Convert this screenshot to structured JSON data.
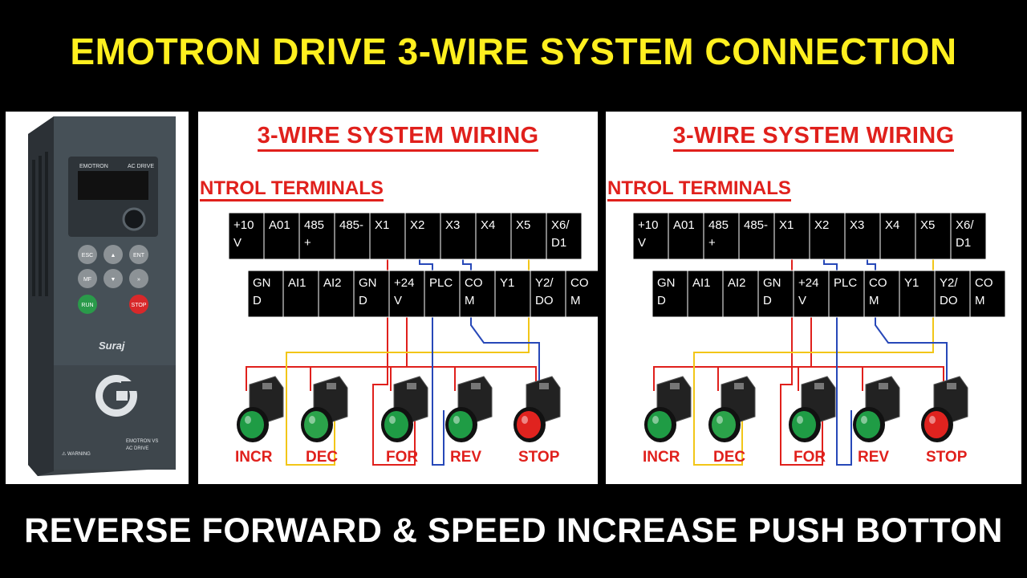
{
  "header": {
    "title": "EMOTRON DRIVE 3-WIRE SYSTEM CONNECTION"
  },
  "footer": {
    "caption": "REVERSE FORWARD & SPEED INCREASE PUSH BOTTON"
  },
  "drive": {
    "brand": "EMOTRON",
    "type_label": "AC DRIVE",
    "keys": [
      {
        "label": "ESC",
        "color": "#8c9296"
      },
      {
        "label": "▲",
        "color": "#8c9296"
      },
      {
        "label": "ENT",
        "color": "#8c9296"
      },
      {
        "label": "MF",
        "color": "#8c9296"
      },
      {
        "label": "▼",
        "color": "#8c9296"
      },
      {
        "label": "»",
        "color": "#8c9296"
      },
      {
        "label": "RUN",
        "color": "#2a9a4a"
      },
      {
        "label": "STOP",
        "color": "#d8282a"
      }
    ],
    "logo_text": "Suraj",
    "model_line1": "EMOTRON VS",
    "model_line2": "AC DRIVE",
    "warning": "⚠ WARNING"
  },
  "panels": [
    {
      "title": "3-WIRE SYSTEM WIRING",
      "terminals_label": "NTROL TERMINALS",
      "top_row": [
        "+10\nV",
        "A01",
        "485\n+",
        "485-",
        "X1",
        "X2",
        "X3",
        "X4",
        "X5",
        "X6/\nD1"
      ],
      "bottom_row": [
        "GN\nD",
        "AI1",
        "AI2",
        "GN\nD",
        "+24\nV",
        "PLC",
        "CO\nM",
        "Y1",
        "Y2/\nDO",
        "CO\nM"
      ],
      "buttons": [
        {
          "label": "INCR",
          "color": "#1f9c45"
        },
        {
          "label": "DEC",
          "color": "#2ba34a"
        },
        {
          "label": "FOR",
          "color": "#1f9c45"
        },
        {
          "label": "REV",
          "color": "#1f9c45"
        },
        {
          "label": "STOP",
          "color": "#e0231f"
        }
      ]
    },
    {
      "title": "3-WIRE SYSTEM WIRING",
      "terminals_label": "NTROL TERMINALS",
      "top_row": [
        "+10\nV",
        "A01",
        "485\n+",
        "485-",
        "X1",
        "X2",
        "X3",
        "X4",
        "X5",
        "X6/\nD1"
      ],
      "bottom_row": [
        "GN\nD",
        "AI1",
        "AI2",
        "GN\nD",
        "+24\nV",
        "PLC",
        "CO\nM",
        "Y1",
        "Y2/\nDO",
        "CO\nM"
      ],
      "buttons": [
        {
          "label": "INCR",
          "color": "#1f9c45"
        },
        {
          "label": "DEC",
          "color": "#2ba34a"
        },
        {
          "label": "FOR",
          "color": "#1f9c45"
        },
        {
          "label": "REV",
          "color": "#1f9c45"
        },
        {
          "label": "STOP",
          "color": "#e0231f"
        }
      ]
    }
  ],
  "wire_colors": {
    "red": "#e0201c",
    "yellow": "#f2c618",
    "blue": "#2748b8"
  }
}
